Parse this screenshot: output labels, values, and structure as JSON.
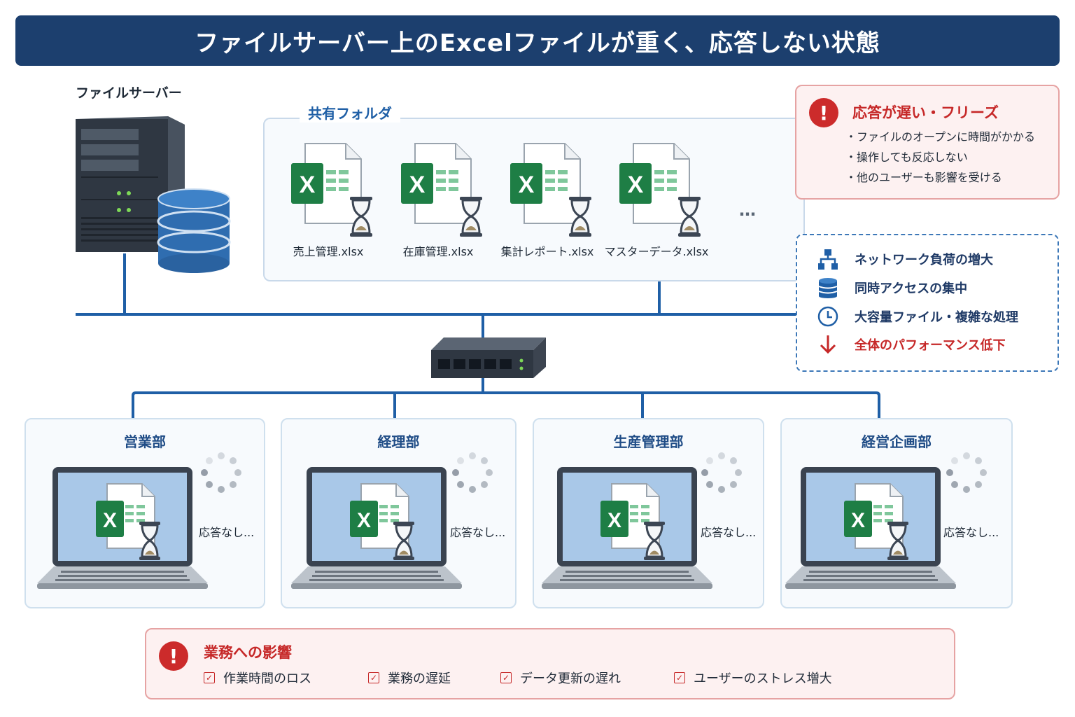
{
  "title": "ファイルサーバー上のExcelファイルが重く、応答しない状態",
  "server": {
    "label": "ファイルサーバー"
  },
  "shared_folder": {
    "title": "共有フォルダ",
    "files": [
      {
        "name": "売上管理.xlsx"
      },
      {
        "name": "在庫管理.xlsx"
      },
      {
        "name": "集計レポート.xlsx"
      },
      {
        "name": "マスターデータ.xlsx"
      }
    ],
    "more": "…"
  },
  "alert": {
    "icon": "!",
    "title": "応答が遅い・フリーズ",
    "items": [
      "ファイルのオープンに時間がかかる",
      "操作しても反応しない",
      "他のユーザーも影響を受ける"
    ]
  },
  "causes": [
    {
      "icon": "network-icon",
      "text": "ネットワーク負荷の増大"
    },
    {
      "icon": "database-icon",
      "text": "同時アクセスの集中"
    },
    {
      "icon": "clock-icon",
      "text": "大容量ファイル・複雑な処理"
    },
    {
      "icon": "arrow-down-icon",
      "text": "全体のパフォーマンス低下"
    }
  ],
  "departments": [
    {
      "name": "営業部",
      "status": "応答なし..."
    },
    {
      "name": "経理部",
      "status": "応答なし..."
    },
    {
      "name": "生産管理部",
      "status": "応答なし..."
    },
    {
      "name": "経営企画部",
      "status": "応答なし..."
    }
  ],
  "impact": {
    "icon": "!",
    "title": "業務への影響",
    "items": [
      "作業時間のロス",
      "業務の遅延",
      "データ更新の遅れ",
      "ユーザーのストレス増大"
    ]
  },
  "colors": {
    "title_bg": "#1c3f6e",
    "line_blue": "#1f5fa6",
    "alert_red": "#c62828",
    "excel_green": "#1e7e45"
  }
}
